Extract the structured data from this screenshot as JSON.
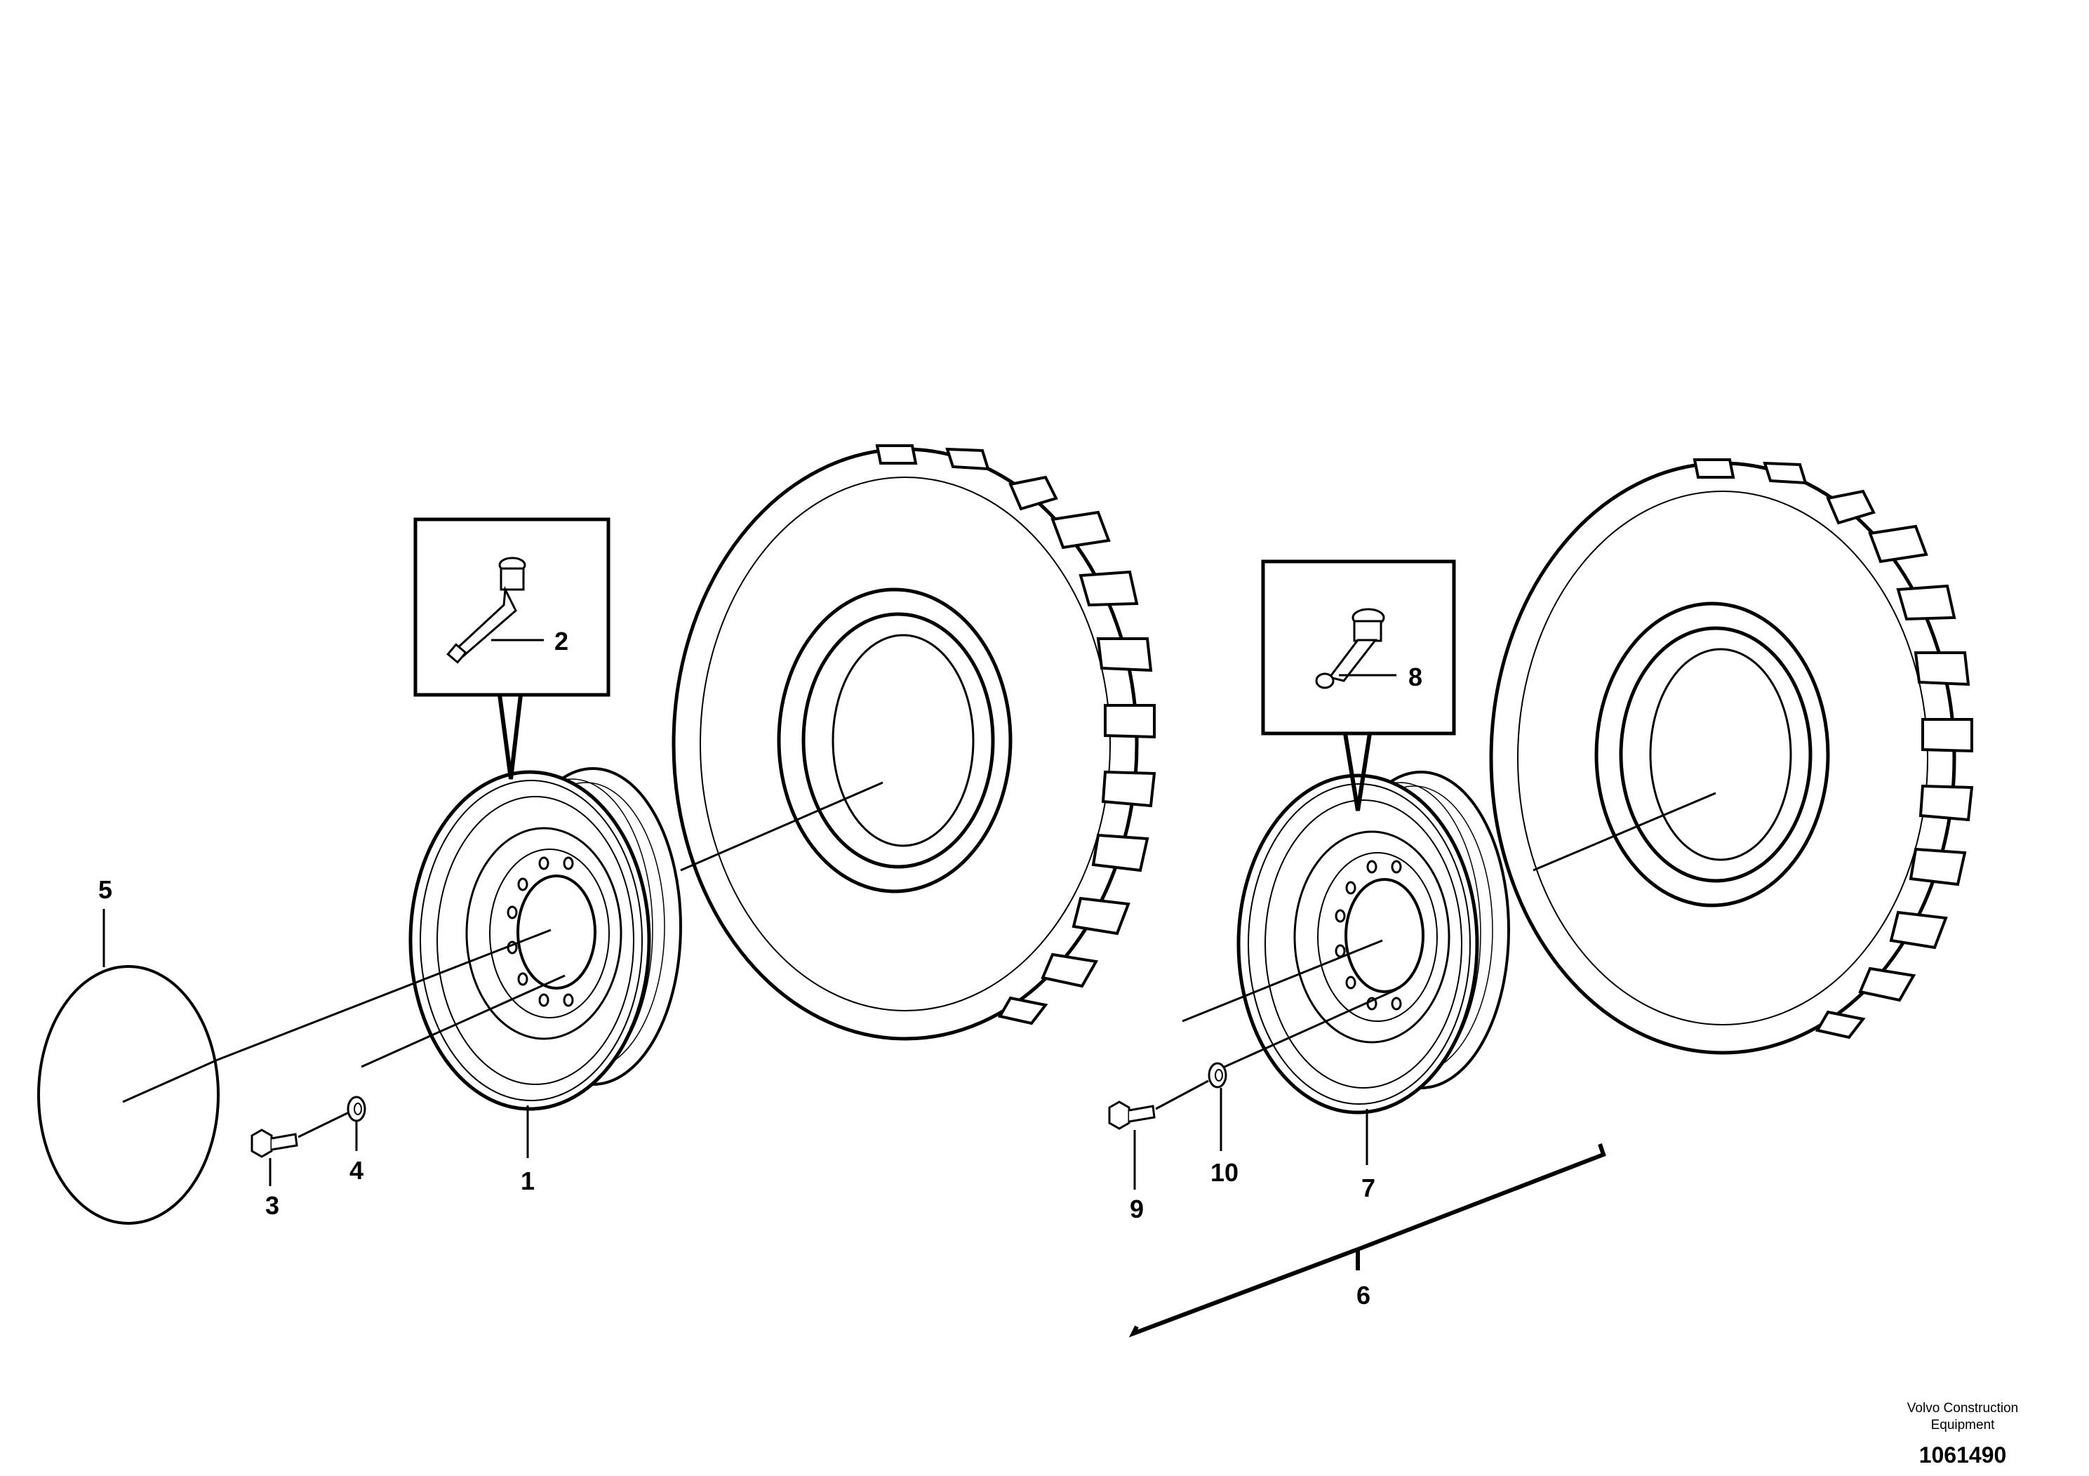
{
  "callouts": {
    "c1": "1",
    "c2": "2",
    "c3": "3",
    "c4": "4",
    "c5": "5",
    "c6": "6",
    "c7": "7",
    "c8": "8",
    "c9": "9",
    "c10": "10"
  },
  "footer": {
    "brand_line1": "Volvo Construction",
    "brand_line2": "Equipment",
    "drawing_number": "1061490"
  }
}
